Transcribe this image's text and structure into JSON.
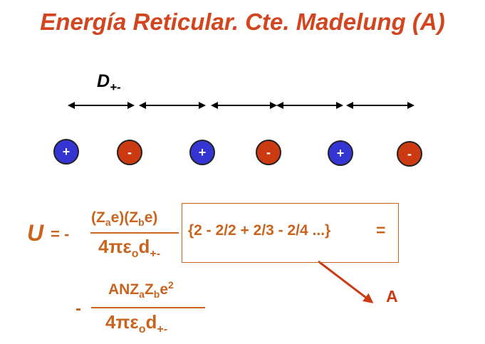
{
  "title": "Energía Reticular. Cte. Madelung (A)",
  "distance_label": {
    "main": "D",
    "sub": "+-"
  },
  "ions": [
    "+",
    "-",
    "+",
    "-",
    "+",
    "-"
  ],
  "colors": {
    "title": "#d2451e",
    "formula": "#c8641e",
    "cation": "#3535d4",
    "anion": "#cc3a12",
    "arrow": "#cc3a12"
  },
  "formula1": {
    "lhs": "U",
    "eq_minus": "= -",
    "numerator": {
      "za": "(Z",
      "za_sub": "a",
      "za_rest": "e)(Z",
      "zb_sub": "b",
      "zb_rest": "e)"
    },
    "denominator": {
      "prefix": "4πε",
      "eps_sub": "o",
      "d": "d",
      "d_sub": "+-"
    },
    "series": "{2 - 2/2 + 2/3 - 2/4 ...}",
    "equals": "="
  },
  "formula2": {
    "minus": "-",
    "numerator": {
      "anz": "ANZ",
      "a_sub": "a",
      "z": "Z",
      "b_sub": "b",
      "e": "e",
      "exp": "2"
    },
    "denominator": {
      "prefix": "4πε",
      "eps_sub": "o",
      "d": "d",
      "d_sub": "+-"
    }
  },
  "constant_label": "A"
}
